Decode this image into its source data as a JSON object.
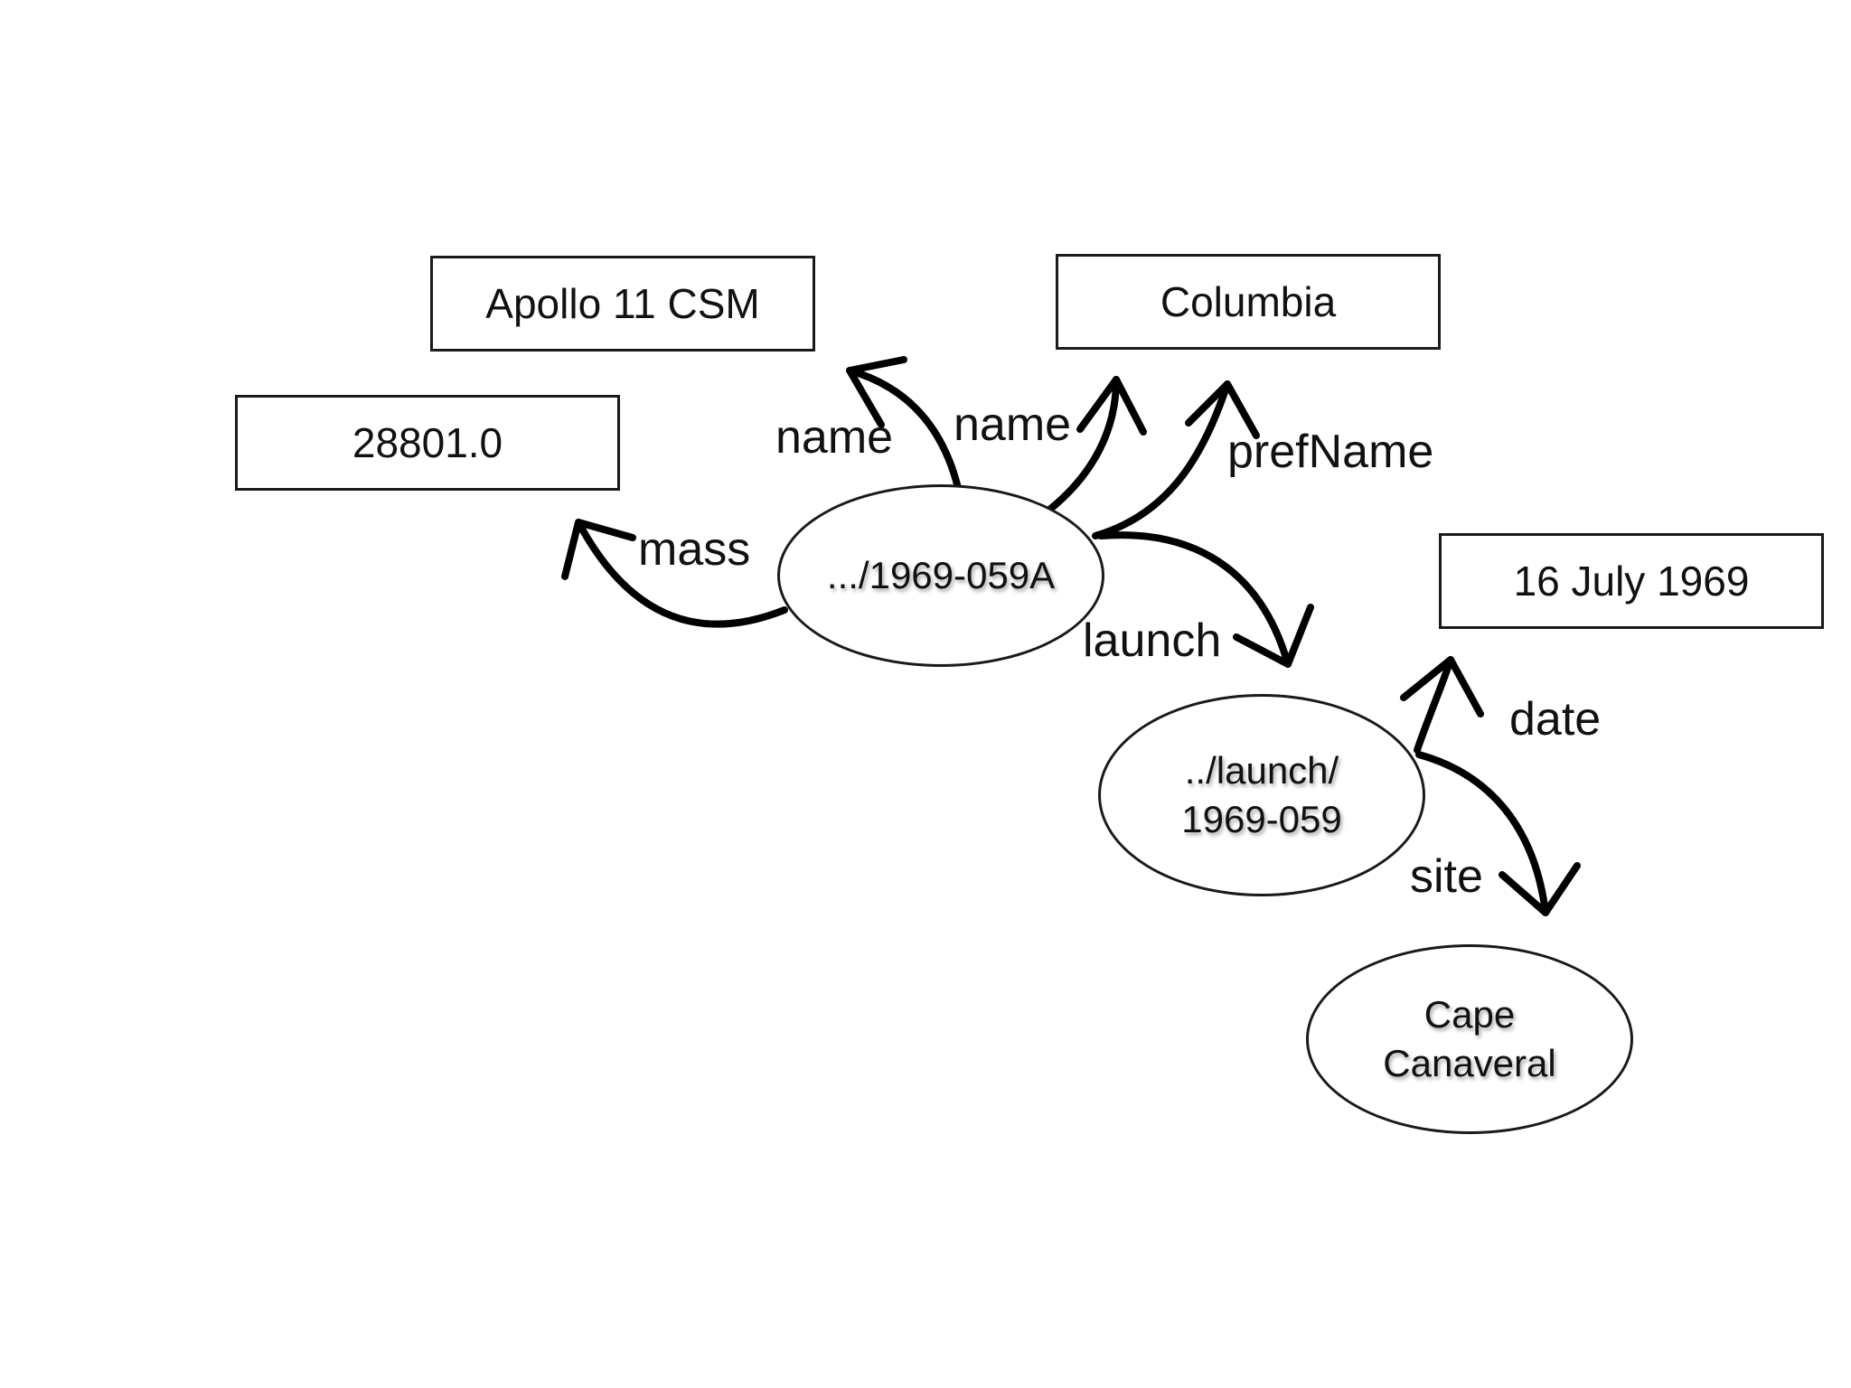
{
  "nodes": {
    "spacecraft": {
      "label": ".../1969-059A",
      "shape": "ellipse"
    },
    "launch": {
      "label_lines": [
        "../launch/",
        "1969-059"
      ],
      "shape": "ellipse"
    },
    "site": {
      "label_lines": [
        "Cape",
        "Canaveral"
      ],
      "shape": "ellipse"
    },
    "apollo_csm": {
      "label": "Apollo 11 CSM",
      "shape": "box"
    },
    "columbia": {
      "label": "Columbia",
      "shape": "box"
    },
    "mass_value": {
      "label": "28801.0",
      "shape": "box"
    },
    "launch_date": {
      "label": "16 July 1969",
      "shape": "box"
    }
  },
  "edges": [
    {
      "from": "spacecraft",
      "to": "apollo_csm",
      "label": "name"
    },
    {
      "from": "spacecraft",
      "to": "columbia",
      "label": "name"
    },
    {
      "from": "spacecraft",
      "to": "columbia",
      "label": "prefName"
    },
    {
      "from": "spacecraft",
      "to": "mass_value",
      "label": "mass"
    },
    {
      "from": "spacecraft",
      "to": "launch",
      "label": "launch"
    },
    {
      "from": "launch",
      "to": "launch_date",
      "label": "date"
    },
    {
      "from": "launch",
      "to": "site",
      "label": "site"
    }
  ],
  "colors": {
    "stroke": "#000000",
    "text": "#111111",
    "background": "#ffffff"
  }
}
